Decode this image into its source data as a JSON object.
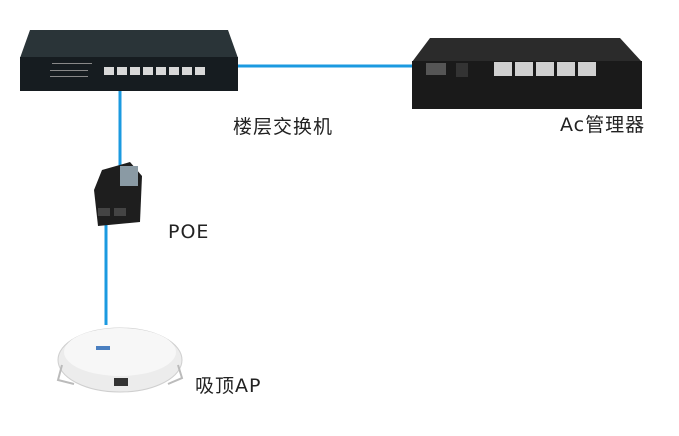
{
  "labels": {
    "switch": "楼层交换机",
    "ac": "Ac管理器",
    "poe": "POE",
    "ap": "吸顶AP"
  },
  "colors": {
    "cable": "#1b9ae0",
    "device_dark": "#1c2328",
    "ap_white": "#f2f2f2"
  }
}
